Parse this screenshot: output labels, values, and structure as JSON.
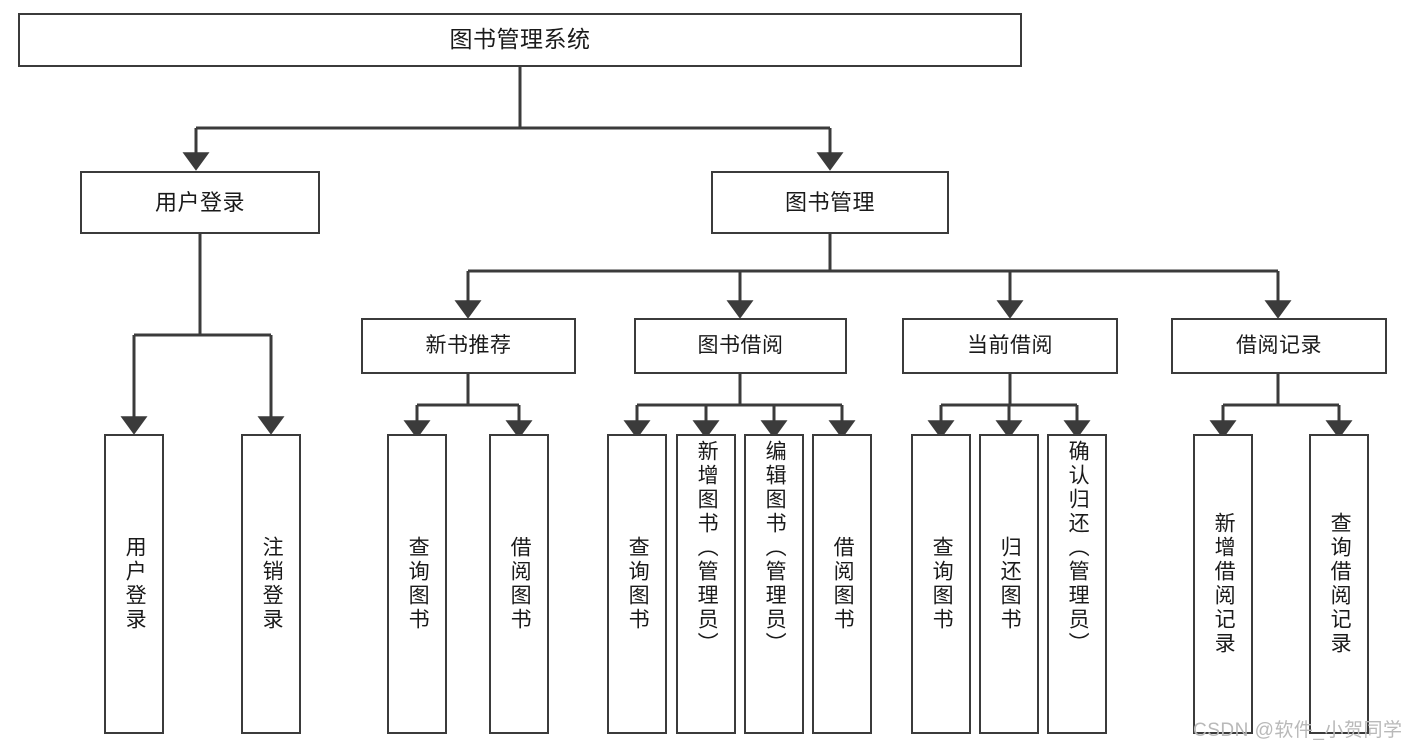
{
  "diagram": {
    "title": "图书管理系统",
    "type": "functional-structure-tree",
    "stroke_color": "#3b3b3b",
    "text_color": "#1a1a1a",
    "background_color": "#ffffff",
    "watermark": "CSDN @软件_小贺同学",
    "watermark_color": "#b9b9b9"
  },
  "root": {
    "label": "图书管理系统"
  },
  "level2": [
    {
      "id": "user-login",
      "label": "用户登录"
    },
    {
      "id": "book-manage",
      "label": "图书管理"
    }
  ],
  "level3": [
    {
      "id": "new-book-recommend",
      "label": "新书推荐",
      "parent": "book-manage"
    },
    {
      "id": "book-borrow",
      "label": "图书借阅",
      "parent": "book-manage"
    },
    {
      "id": "current-borrow",
      "label": "当前借阅",
      "parent": "book-manage"
    },
    {
      "id": "borrow-record",
      "label": "借阅记录",
      "parent": "book-manage"
    }
  ],
  "leaves": {
    "user_login": [
      {
        "id": "leaf-user-login",
        "label": "用户登录"
      },
      {
        "id": "leaf-logout",
        "label": "注销登录"
      }
    ],
    "new_book_recommend": [
      {
        "id": "leaf-query-book-1",
        "label": "查询图书"
      },
      {
        "id": "leaf-borrow-book-1",
        "label": "借阅图书"
      }
    ],
    "book_borrow": [
      {
        "id": "leaf-query-book-2",
        "label": "查询图书"
      },
      {
        "id": "leaf-add-book",
        "label": "新增图书（管理员）"
      },
      {
        "id": "leaf-edit-book",
        "label": "编辑图书（管理员）"
      },
      {
        "id": "leaf-borrow-book-2",
        "label": "借阅图书"
      }
    ],
    "current_borrow": [
      {
        "id": "leaf-query-book-3",
        "label": "查询图书"
      },
      {
        "id": "leaf-return-book",
        "label": "归还图书"
      },
      {
        "id": "leaf-confirm-return",
        "label": "确认归还（管理员）"
      }
    ],
    "borrow_record": [
      {
        "id": "leaf-add-record",
        "label": "新增借阅记录"
      },
      {
        "id": "leaf-query-record",
        "label": "查询借阅记录"
      }
    ]
  }
}
